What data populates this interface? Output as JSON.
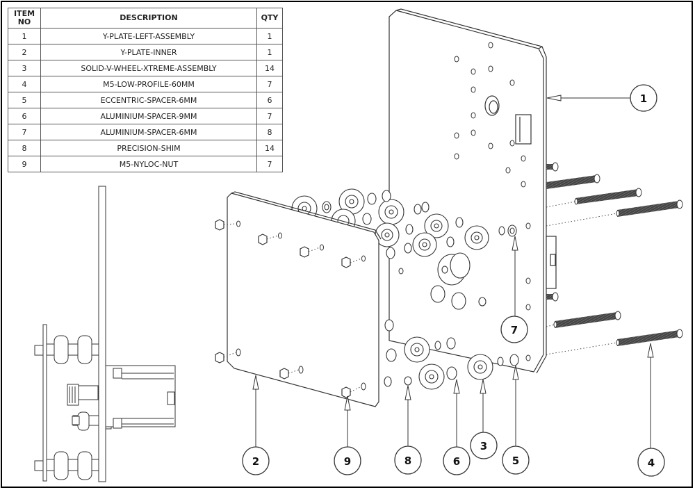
{
  "bom": {
    "headers": {
      "item": "ITEM NO",
      "description": "DESCRIPTION",
      "qty": "QTY"
    },
    "rows": [
      {
        "item": "1",
        "description": "Y-PLATE-LEFT-ASSEMBLY",
        "qty": "1"
      },
      {
        "item": "2",
        "description": "Y-PLATE-INNER",
        "qty": "1"
      },
      {
        "item": "3",
        "description": "SOLID-V-WHEEL-XTREME-ASSEMBLY",
        "qty": "14"
      },
      {
        "item": "4",
        "description": "M5-LOW-PROFILE-60MM",
        "qty": "7"
      },
      {
        "item": "5",
        "description": "ECCENTRIC-SPACER-6MM",
        "qty": "6"
      },
      {
        "item": "6",
        "description": "ALUMINIUM-SPACER-9MM",
        "qty": "7"
      },
      {
        "item": "7",
        "description": "ALUMINIUM-SPACER-6MM",
        "qty": "8"
      },
      {
        "item": "8",
        "description": "PRECISION-SHIM",
        "qty": "14"
      },
      {
        "item": "9",
        "description": "M5-NYLOC-NUT",
        "qty": "7"
      }
    ]
  },
  "balloons": {
    "b1": "1",
    "b2": "2",
    "b3": "3",
    "b4": "4",
    "b5": "5",
    "b6": "6",
    "b7": "7",
    "b8": "8",
    "b9": "9"
  }
}
